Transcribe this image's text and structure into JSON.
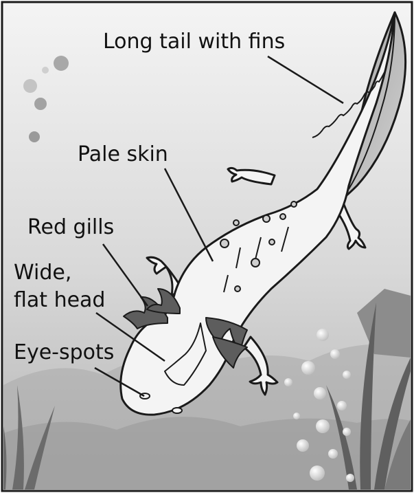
{
  "labels": {
    "tail": "Long tail with fins",
    "skin": "Pale skin",
    "gills": "Red gills",
    "head_line1": "Wide,",
    "head_line2": "flat head",
    "eyes": "Eye-spots"
  },
  "colors": {
    "water_top": "#f1f1f1",
    "water_bottom": "#b9b9b9",
    "body": "#f4f4f4",
    "outline": "#1a1a1a",
    "gills": "#5d5d5d",
    "plants": "#6e6e6e",
    "bubbles": "#e8e8e8"
  }
}
